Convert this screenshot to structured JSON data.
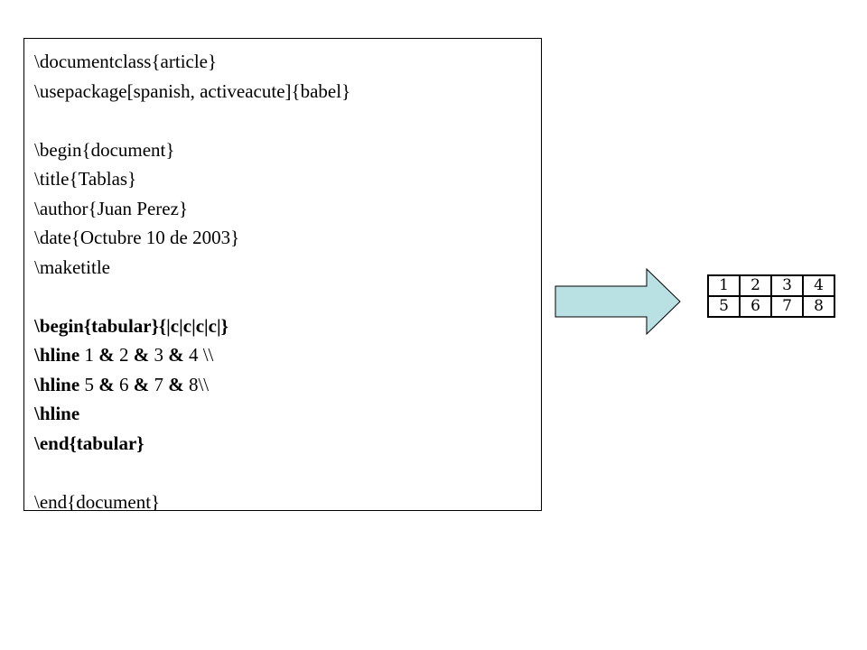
{
  "source_code": {
    "lines": [
      "\\documentclass{article}",
      "\\usepackage[spanish, activeacute]{babel}",
      "",
      "\\begin{document}",
      "\\title{Tablas}",
      "\\author{Juan Perez}",
      "\\date{Octubre 10 de 2003}",
      "\\maketitle",
      "",
      "\\begin{tabular}{|c|c|c|c|}",
      "\\hline 1 & 2 & 3 & 4 \\\\",
      "\\hline 5 & 6 & 7 & 8\\\\",
      "\\hline",
      "\\end{tabular}",
      "",
      "\\end{document}"
    ],
    "row1": {
      "cmd": "\\hline",
      "v1": " 1 ",
      "amp1": "&",
      "v2": " 2 ",
      "amp2": "&",
      "v3": " 3 ",
      "amp3": "&",
      "v4": " 4 \\\\"
    },
    "row2": {
      "cmd": "\\hline",
      "v1": " 5 ",
      "amp1": "&",
      "v2": " 6 ",
      "amp2": "&",
      "v3": " 7 ",
      "amp3": "&",
      "v4": " 8\\\\"
    }
  },
  "arrow": {
    "fill": "#b9e0e3",
    "stroke": "#000000",
    "icon": "right-arrow-icon"
  },
  "result_table": {
    "rows": [
      [
        "1",
        "2",
        "3",
        "4"
      ],
      [
        "5",
        "6",
        "7",
        "8"
      ]
    ]
  }
}
